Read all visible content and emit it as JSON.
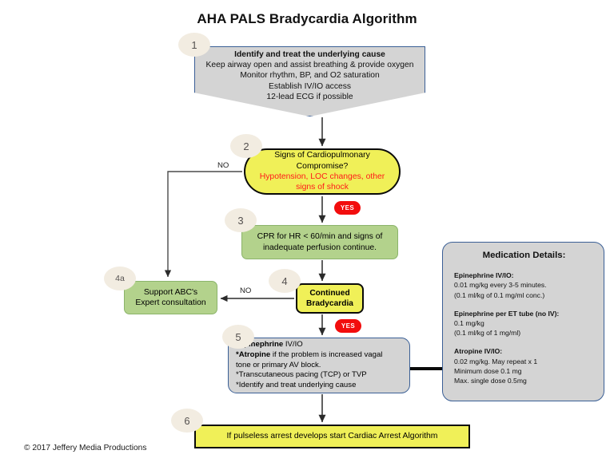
{
  "title": "AHA PALS Bradycardia Algorithm",
  "copyright": "© 2017  Jeffery Media Productions",
  "colors": {
    "gray_fill": "#d4d4d4",
    "blue_border": "#3a5f96",
    "yellow_fill": "#f0f058",
    "green_fill": "#b3d28c",
    "red_badge": "#f20d0d",
    "red_text": "#ff1a1a",
    "badge_cream": "#f2ece1"
  },
  "steps": {
    "one": {
      "number": "1",
      "line0": "Identify and treat the underlying cause",
      "line1": "Keep airway open and assist breathing & provide oxygen",
      "line2": "Monitor rhythm, BP, and O2 saturation",
      "line3": "Establish IV/IO access",
      "line4": "12-lead ECG if possible"
    },
    "two": {
      "number": "2",
      "line0": "Signs of Cardiopulmonary",
      "line1": "Compromise?",
      "line2": "Hypotension, LOC changes, other",
      "line3": "signs of shock"
    },
    "three": {
      "number": "3",
      "line0": "CPR for HR < 60/min and signs of",
      "line1": "inadequate perfusion continue."
    },
    "fourA": {
      "number": "4a",
      "line0": "Support ABC's",
      "line1": "Expert consultation"
    },
    "four": {
      "number": "4",
      "line0": "Continued",
      "line1": "Bradycardia"
    },
    "five": {
      "number": "5",
      "item0_bold": "*Epinephrine",
      "item0_rest": " IV/IO",
      "item1_bold": "*Atropine",
      "item1_rest": " if the problem is increased vagal",
      "item1_cont": "tone or primary AV block.",
      "item2": "*Transcutaneous pacing (TCP) or TVP",
      "item3": "*Identify and treat underlying cause"
    },
    "six": {
      "number": "6",
      "line0": "If pulseless arrest develops start Cardiac Arrest Algorithm"
    }
  },
  "branch_labels": {
    "no_from_two": "NO",
    "no_from_four": "NO",
    "yes_from_two": "YES",
    "yes_from_four": "YES"
  },
  "medication": {
    "title": "Medication Details:",
    "groups": [
      {
        "head": "Epinephrine IV/IO:",
        "line1": "0.01 mg/kg every 3-5 minutes.",
        "line2": "(0.1 ml/kg of 0.1 mg/ml conc.)"
      },
      {
        "head": "Epinephrine per ET tube  (no IV):",
        "line1": "0.1 mg/kg",
        "line2": "(0.1 ml/kg of 1 mg/ml)"
      },
      {
        "head": "Atropine IV/IO:",
        "line1": "0.02 mg/kg.  May repeat x 1",
        "line2": "Minimum dose 0.1 mg",
        "line3": "Max. single dose 0.5mg"
      }
    ]
  }
}
